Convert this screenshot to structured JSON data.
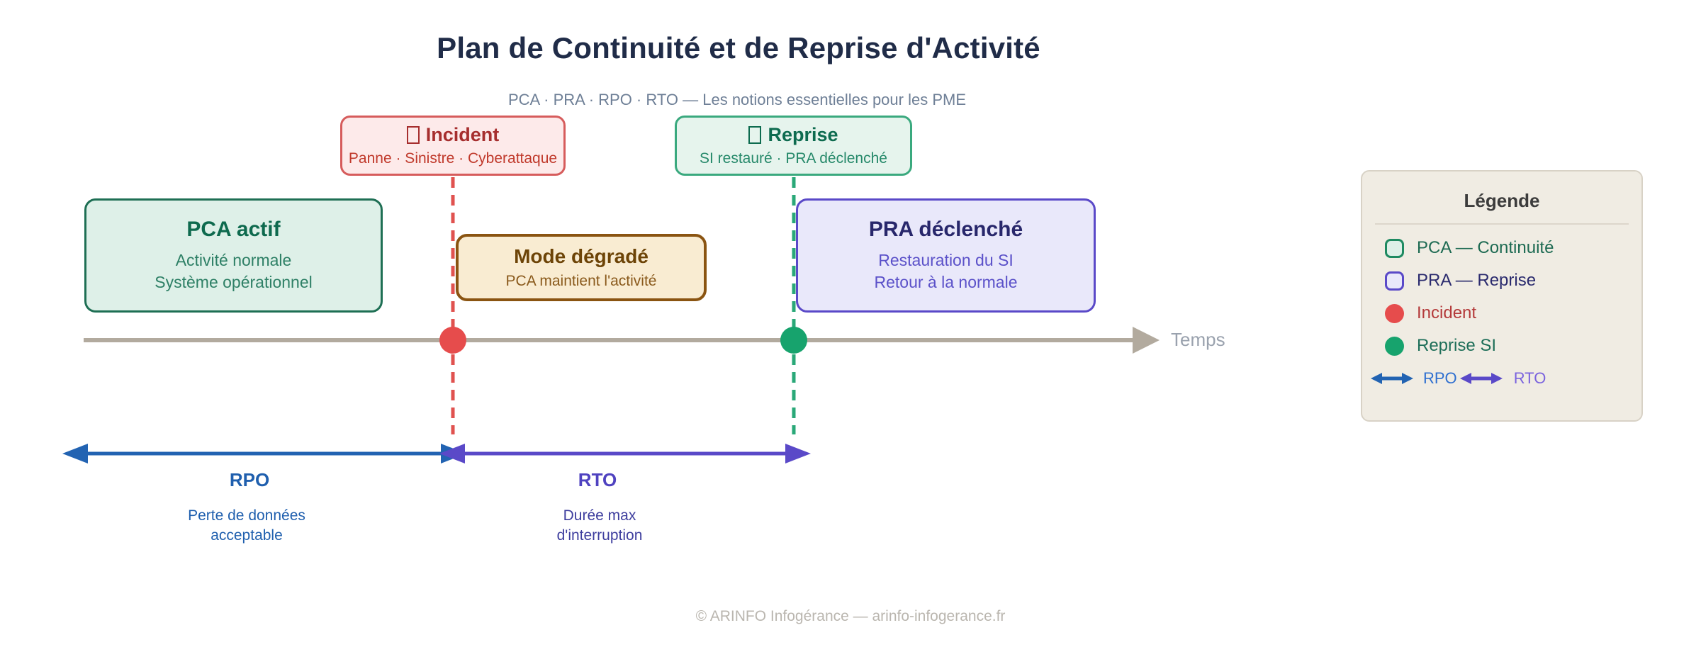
{
  "header": {
    "title": "Plan de Continuité et de Reprise d'Activité",
    "subtitle": "PCA · PRA · RPO · RTO — Les notions essentielles pour les PME"
  },
  "events": {
    "incident": {
      "icon": "missing-glyph-box",
      "title": "Incident",
      "details": "Panne · Sinistre · Cyberattaque"
    },
    "reprise": {
      "icon": "missing-glyph-box",
      "title": "Reprise",
      "details": "SI restauré · PRA déclenché"
    }
  },
  "phases": {
    "pca_actif": {
      "title": "PCA actif",
      "line1": "Activité normale",
      "line2": "Système opérationnel"
    },
    "mode_degrade": {
      "title": "Mode dégradé",
      "line1": "PCA maintient l'activité"
    },
    "pra_declenche": {
      "title": "PRA déclenché",
      "line1": "Restauration du SI",
      "line2": "Retour à la normale"
    }
  },
  "timeline": {
    "axis_label": "Temps"
  },
  "metrics": {
    "rpo": {
      "label": "RPO",
      "desc_line1": "Perte de données",
      "desc_line2": "acceptable"
    },
    "rto": {
      "label": "RTO",
      "desc_line1": "Durée max",
      "desc_line2": "d'interruption"
    }
  },
  "legend": {
    "title": "Légende",
    "items": [
      {
        "swatch": "pca-rounded-square",
        "label": "PCA — Continuité"
      },
      {
        "swatch": "pra-rounded-square",
        "label": "PRA — Reprise"
      },
      {
        "swatch": "incident-circle",
        "label": "Incident"
      },
      {
        "swatch": "reprise-circle",
        "label": "Reprise SI"
      }
    ],
    "rpo_label": "RPO",
    "rto_label": "RTO"
  },
  "footer": {
    "credit": "© ARINFO Infogérance — arinfo-infogerance.fr"
  },
  "colors": {
    "title": "#202c48",
    "subtitle": "#6e7f96",
    "incident-bg": "#fdeaea",
    "incident-border": "#d65c5c",
    "incident-title": "#a62e2e",
    "incident-text": "#c0392b",
    "incident-accent": "#e0524f",
    "incident-dot": "#e64c4c",
    "reprise-bg": "#e6f4ed",
    "reprise-border": "#3aa97e",
    "reprise-title": "#0d6b4f",
    "reprise-text": "#26896a",
    "reprise-accent": "#2aa878",
    "reprise-dot": "#17a36d",
    "pca-bg": "#def0e8",
    "pca-border": "#1e6f54",
    "pca-title": "#0e6a4e",
    "pca-text": "#2e8066",
    "mode-bg": "#f9ecd2",
    "mode-border": "#8a5411",
    "mode-title": "#6d4407",
    "mode-text": "#8a5a1c",
    "pra-bg": "#e9e8fa",
    "pra-border": "#5a49c8",
    "pra-title": "#28276b",
    "pra-text": "#5b51c9",
    "axis": "#b2aa9e",
    "axis-label": "#9aa2ae",
    "rpo": "#2263b2",
    "rpo-label": "#1f5fae",
    "rpo-desc": "#1f5fae",
    "rto": "#5a49c8",
    "rto-label": "#4f42c0",
    "rto-desc": "#3e3e9e",
    "legend-bg": "#f0ece3",
    "legend-border": "#d8d2c6",
    "legend-divider": "#dcd6cb",
    "legend-title": "#3c3c3c",
    "legend-pca-swatch": "#1e8a61",
    "legend-pca-text": "#1d6a52",
    "legend-pra-text": "#2b2b6e",
    "legend-incident-text": "#b43a3a",
    "legend-reprise-text": "#1d6e58",
    "legend-rpo-text": "#2e6fd0",
    "legend-rto-text": "#7a63de",
    "footer": "#bab6af"
  }
}
